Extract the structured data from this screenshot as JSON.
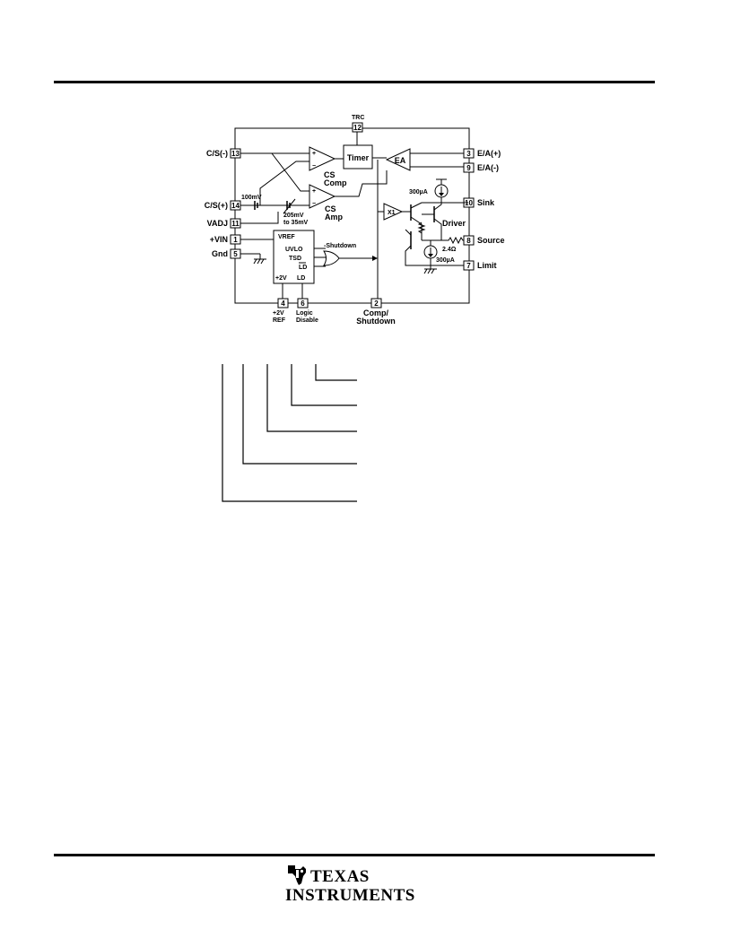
{
  "diagram": {
    "pins": {
      "p12": {
        "num": "12",
        "label": "TRC"
      },
      "p13": {
        "num": "13",
        "label": "C/S(-)"
      },
      "p14": {
        "num": "14",
        "label": "C/S(+)"
      },
      "p11": {
        "num": "11",
        "label": "VADJ"
      },
      "p1": {
        "num": "1",
        "label": "+VIN"
      },
      "p5": {
        "num": "5",
        "label": "Gnd"
      },
      "p3": {
        "num": "3",
        "label": "E/A(+)"
      },
      "p9": {
        "num": "9",
        "label": "E/A(-)"
      },
      "p10": {
        "num": "10",
        "label": "Sink"
      },
      "p8": {
        "num": "8",
        "label": "Source"
      },
      "p7": {
        "num": "7",
        "label": "Limit"
      },
      "p4": {
        "num": "4",
        "label1": "+2V",
        "label2": "REF"
      },
      "p6": {
        "num": "6",
        "label1": "Logic",
        "label2": "Disable"
      },
      "p2": {
        "num": "2",
        "label1": "Comp/",
        "label2": "Shutdown"
      }
    },
    "blocks": {
      "timer": "Timer",
      "ea": "EA",
      "cs_comp1": "CS",
      "cs_comp2": "Comp",
      "cs_amp1": "CS",
      "cs_amp2": "Amp",
      "x1": "X1",
      "driver": "Driver",
      "vref": "VREF",
      "uvlo": "UVLO",
      "tsd": "TSD",
      "ld_bar": "LD",
      "v2": "+2V",
      "ld": "LD",
      "shutdown": "-Shutdown",
      "mv100": "100mV",
      "adj1": "205mV",
      "adj2": "to 35mV",
      "src_top": "300µA",
      "src_bottom": "300µA",
      "resistor": "2.4Ω",
      "plus": "+",
      "minus": "−"
    }
  },
  "footer": {
    "logo_line1": "TEXAS",
    "logo_line2": "INSTRUMENTS"
  }
}
